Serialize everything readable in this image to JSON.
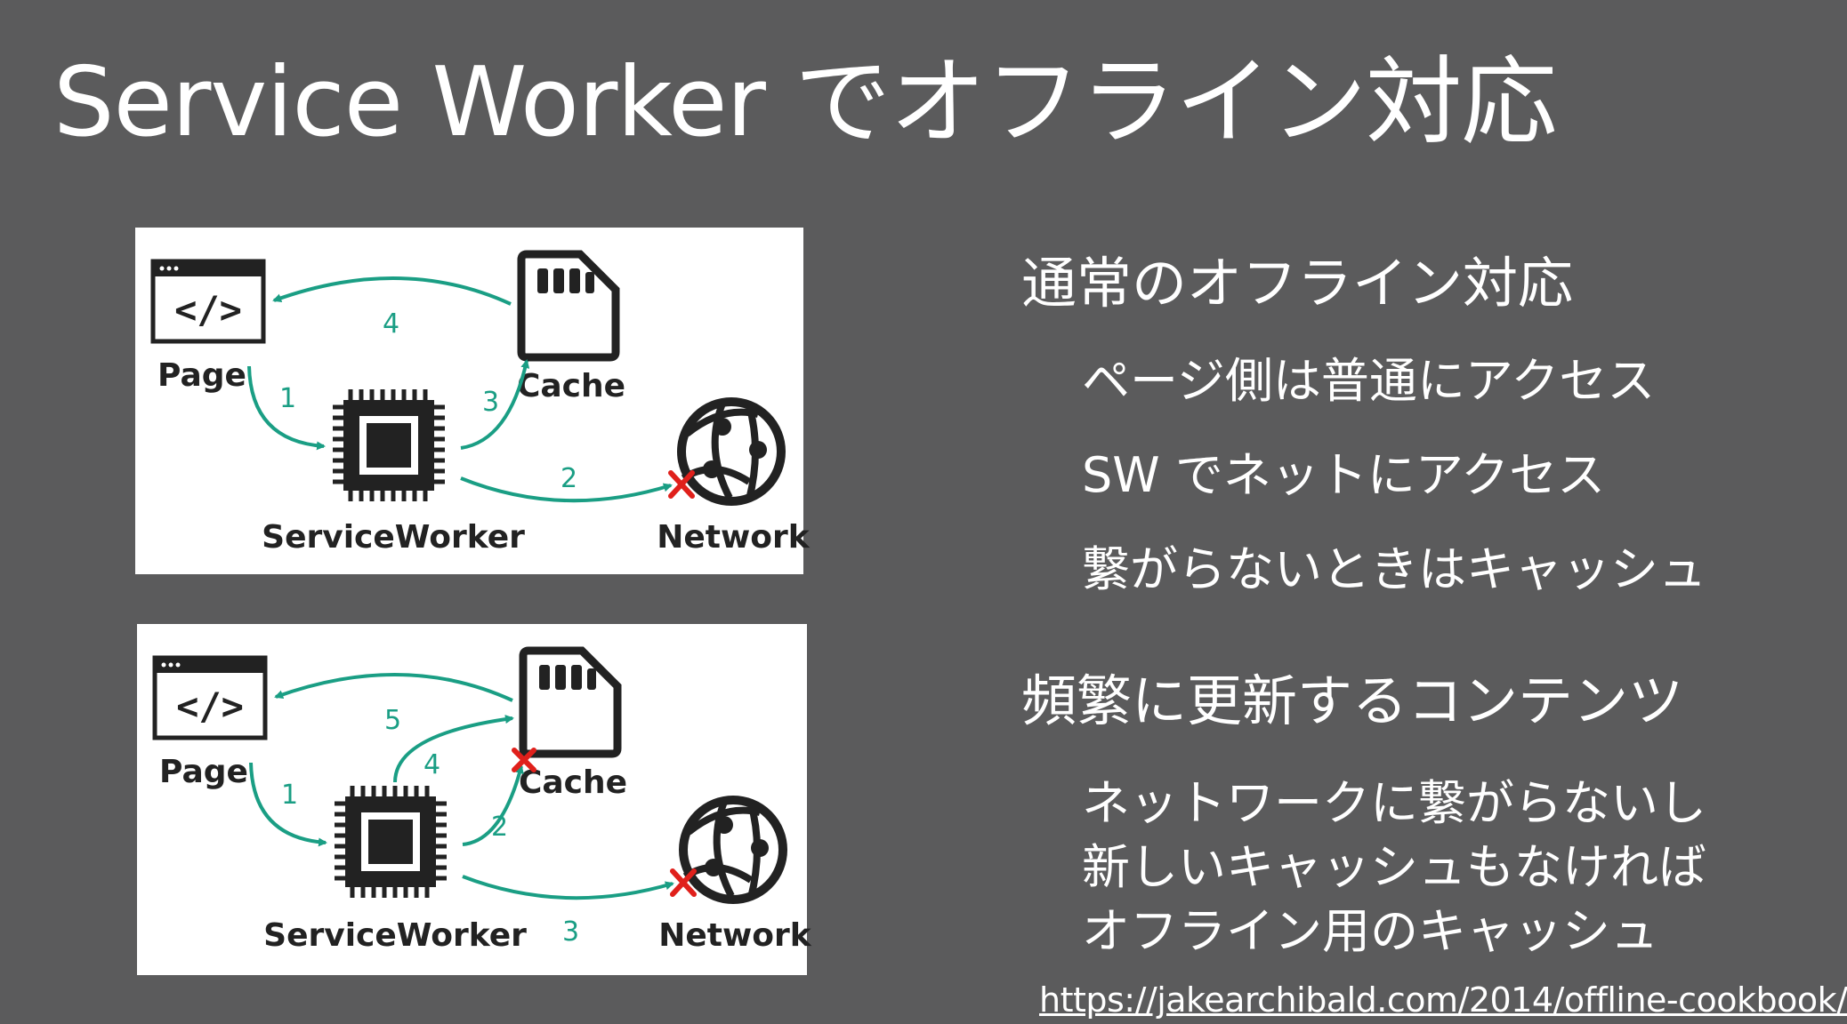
{
  "slide": {
    "title": "Service Worker でオフライン対応",
    "link": "https://jakearchibald.com/2014/offline-cookbook/"
  },
  "diagrams": [
    {
      "labels": {
        "page": "Page",
        "cache": "Cache",
        "service_worker": "ServiceWorker",
        "network": "Network"
      },
      "steps": {
        "page_to_sw": "1",
        "sw_to_network": "2",
        "sw_to_cache": "3",
        "cache_to_page": "4"
      },
      "failed": [
        "network"
      ]
    },
    {
      "labels": {
        "page": "Page",
        "cache": "Cache",
        "service_worker": "ServiceWorker",
        "network": "Network"
      },
      "steps": {
        "page_to_sw": "1",
        "sw_to_cache_fail": "2",
        "sw_to_network": "3",
        "sw_to_cache": "4",
        "cache_to_page": "5"
      },
      "failed": [
        "cache",
        "network"
      ]
    }
  ],
  "bullets": {
    "section1": {
      "heading": "通常のオフライン対応",
      "items": [
        "ページ側は普通にアクセス",
        "SW でネットにアクセス",
        "繋がらないときはキャッシュ"
      ]
    },
    "section2": {
      "heading": "頻繁に更新するコンテンツ",
      "lines": [
        "ネットワークに繋がらないし",
        "新しいキャッシュもなければ",
        "オフライン用のキャッシュ"
      ]
    }
  },
  "colors": {
    "background": "#5b5b5c",
    "arrow": "#1a9e84",
    "fail_mark": "#e0201b",
    "icon": "#222222"
  }
}
